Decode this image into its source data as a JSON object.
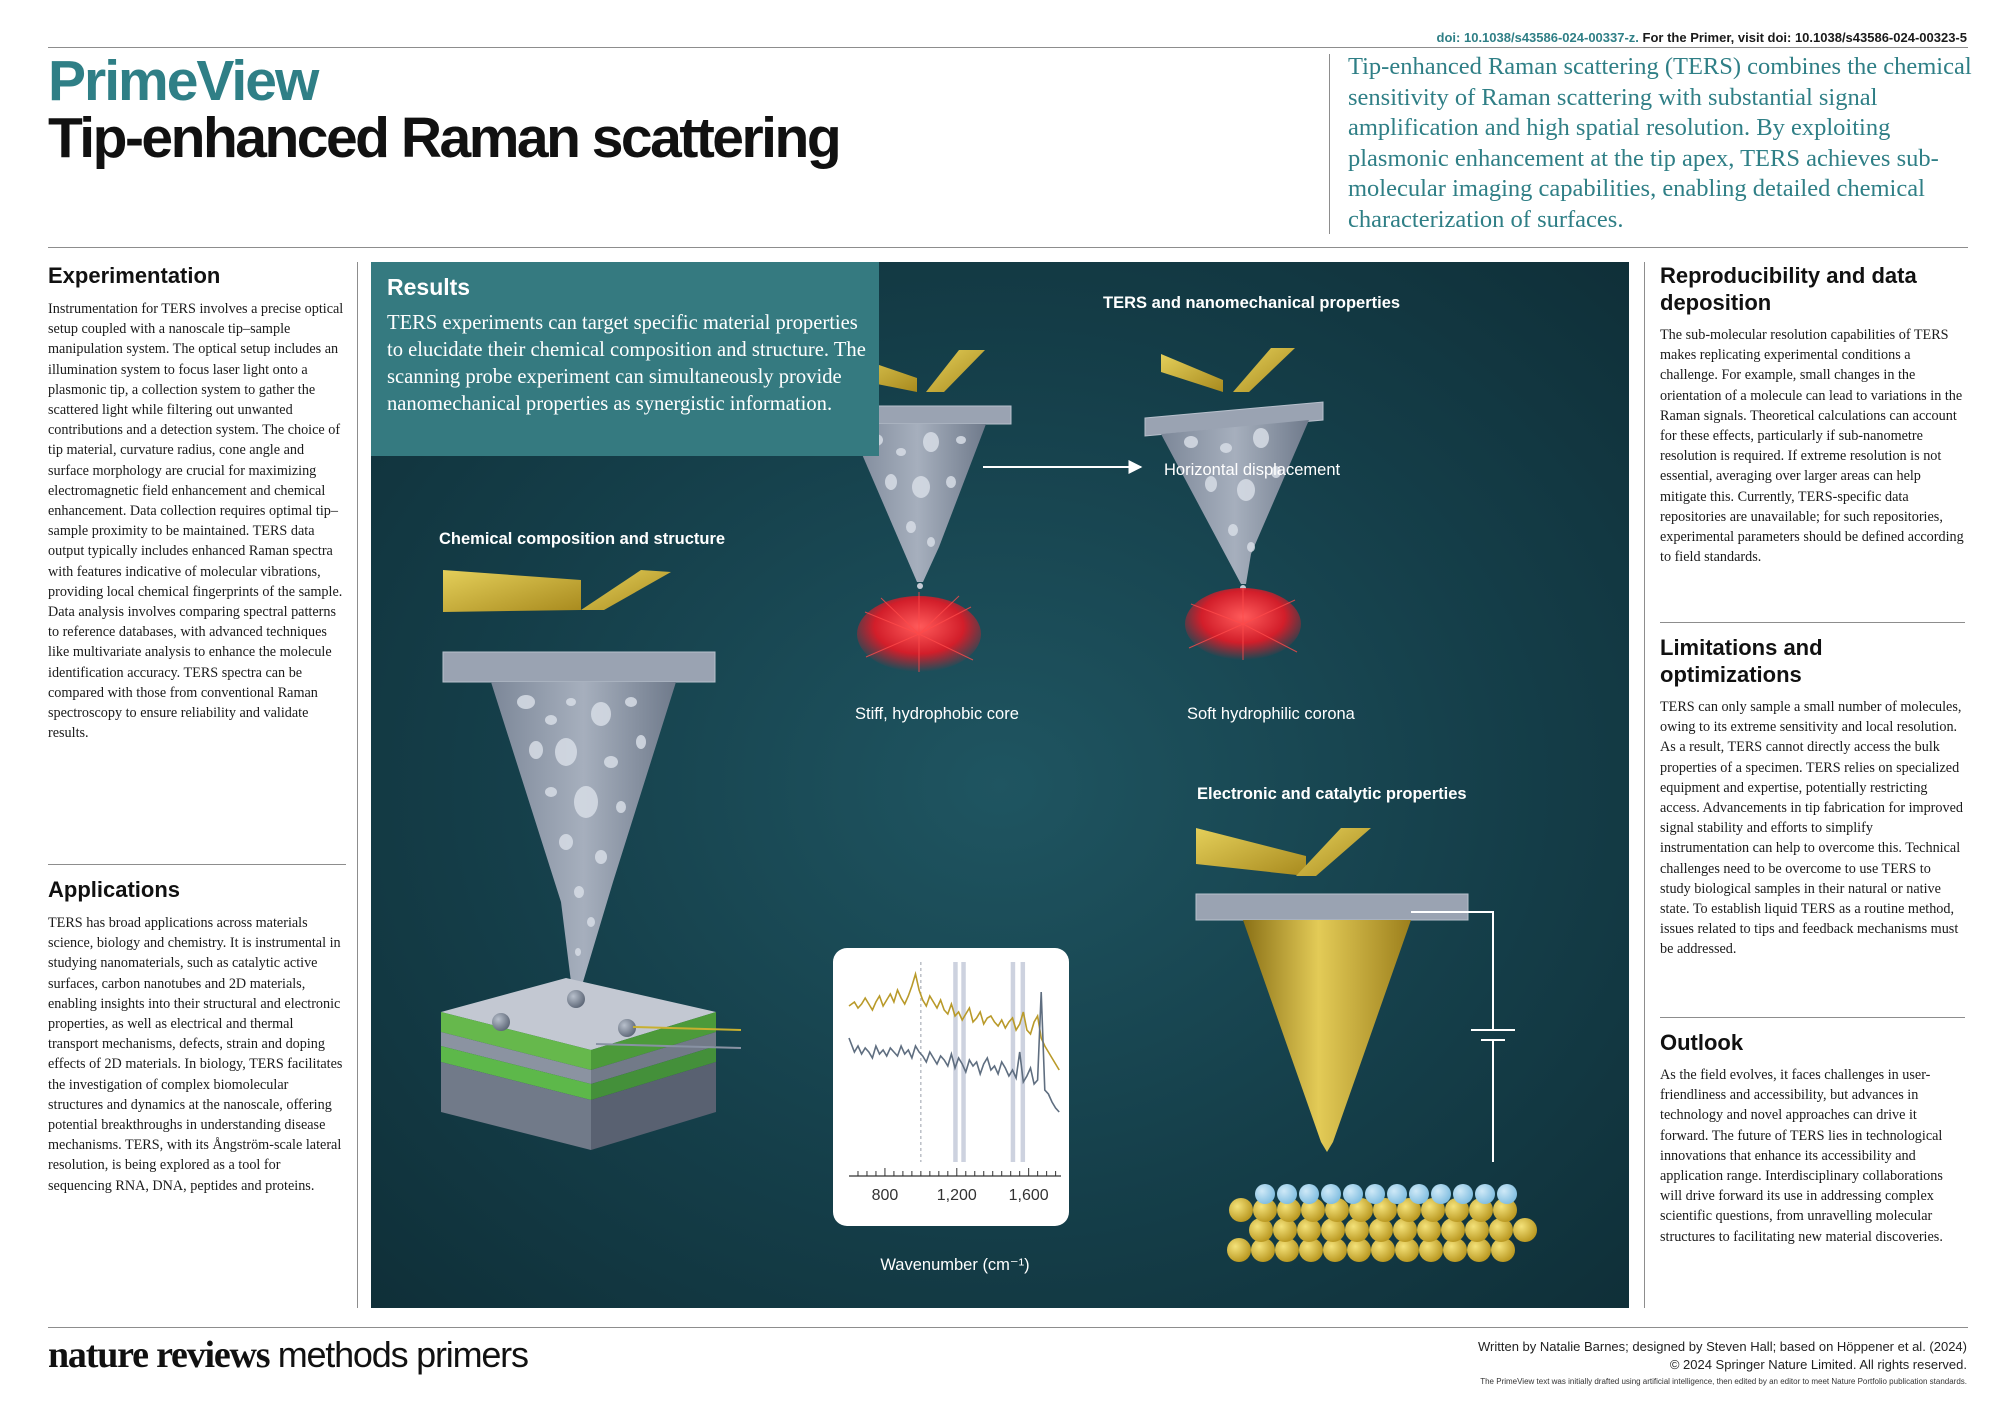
{
  "doi": {
    "primary": "doi: 10.1038/s43586-024-00337-z.",
    "secondary": "For the Primer, visit doi: 10.1038/s43586-024-00323-5"
  },
  "brand": "PrimeView",
  "title": "Tip-enhanced Raman scattering",
  "intro": "Tip-enhanced Raman scattering (TERS) combines the chemical sensitivity of Raman scattering with substantial signal amplification and high spatial resolution. By exploiting plasmonic enhancement at the tip apex, TERS achieves sub-molecular imaging capabilities, enabling detailed chemical characterization of surfaces.",
  "left": {
    "experimentation": {
      "heading": "Experimentation",
      "body": "Instrumentation for TERS involves a precise optical setup coupled with a nanoscale tip–sample manipulation system. The optical setup includes an illumination system to focus laser light onto a plasmonic tip, a collection system to gather the scattered light while filtering out unwanted contributions and a detection system. The choice of tip material, curvature radius, cone angle and surface morphology are crucial for maximizing electromagnetic field enhancement and chemical enhancement. Data collection requires optimal tip–sample proximity to be maintained. TERS data output typically includes enhanced Raman spectra with features indicative of molecular vibrations, providing local chemical fingerprints of the sample. Data analysis involves comparing spectral patterns to reference databases, with advanced techniques like multivariate analysis to enhance the molecule identification accuracy. TERS spectra can be compared with those from conventional Raman spectroscopy to ensure reliability and validate results."
    },
    "applications": {
      "heading": "Applications",
      "body": "TERS has broad applications across materials science, biology and chemistry. It is instrumental in studying nanomaterials, such as catalytic active surfaces, carbon nanotubes and 2D materials, enabling insights into their structural and electronic properties, as well as electrical and thermal transport mechanisms, defects, strain and doping effects of 2D materials. In biology, TERS facilitates the investigation of complex biomolecular structures and dynamics at the nanoscale, offering potential breakthroughs in understanding disease mechanisms. TERS, with its Ångström-scale lateral resolution, is being explored as a tool for sequencing RNA, DNA, peptides and proteins."
    }
  },
  "right": {
    "reproducibility": {
      "heading": "Reproducibility and data deposition",
      "body": "The sub-molecular resolution capabilities of TERS makes replicating experimental conditions a challenge. For example, small changes in the orientation of a molecule can lead to variations in the Raman signals. Theoretical calculations can account for these effects, particularly if sub-nanometre resolution is required. If extreme resolution is not essential, averaging over larger areas can help mitigate this. Currently, TERS-specific data repositories are unavailable; for such repositories, experimental parameters should be defined according to field standards."
    },
    "limitations": {
      "heading": "Limitations and optimizations",
      "body": "TERS can only sample a small number of molecules, owing to its extreme sensitivity and local resolution. As a result, TERS cannot directly access the bulk properties of a specimen. TERS relies on specialized equipment and expertise, potentially restricting access. Advancements in tip fabrication for improved signal stability and efforts to simplify instrumentation can help to overcome this. Technical challenges need to be overcome to use TERS to study biological samples in their natural or native state. To establish liquid TERS as a routine method, issues related to tips and feedback mechanisms must be addressed."
    },
    "outlook": {
      "heading": "Outlook",
      "body": "As the field evolves, it faces challenges in user-friendliness and accessibility, but advances in technology and novel approaches can drive it forward. The future of TERS lies in technological innovations that enhance its accessibility and application range. Interdisciplinary collaborations will drive forward its use in addressing complex scientific questions, from unravelling molecular structures to facilitating new material discoveries."
    }
  },
  "results": {
    "heading": "Results",
    "body": "TERS experiments can target specific material properties to elucidate their chemical composition and structure. The scanning probe experiment can simultaneously provide nanomechanical properties as synergistic information."
  },
  "figure": {
    "chemical_label": "Chemical composition and structure",
    "nano_label": "TERS and nanomechanical properties",
    "displacement_label": "Horizontal displacement",
    "stiff_caption": "Stiff, hydrophobic core",
    "soft_caption": "Soft hydrophilic corona",
    "electronic_label": "Electronic and catalytic properties",
    "colors": {
      "panel_bg": "#1a4a55",
      "results_box": "#357a80",
      "tip_grey": "#8e98a8",
      "laser_gold": "#c8b030",
      "graphene_green": "#5db84a",
      "spectrum_gold": "#b99a2a",
      "spectrum_grey": "#5f6e80"
    }
  },
  "chart_data": {
    "type": "line",
    "xlabel": "Wavenumber (cm⁻¹)",
    "ylabel": "",
    "xlim": [
      600,
      1780
    ],
    "xticks": [
      800,
      1200,
      1600
    ],
    "xtick_labels": [
      "800",
      "1,200",
      "1,600"
    ],
    "highlight_bands": [
      [
        1180,
        1205
      ],
      [
        1225,
        1250
      ],
      [
        1500,
        1525
      ],
      [
        1555,
        1580
      ]
    ],
    "reference_line": 1000,
    "series": [
      {
        "color": "#b99a2a",
        "x": [
          600,
          630,
          650,
          670,
          690,
          710,
          730,
          750,
          770,
          790,
          810,
          830,
          850,
          870,
          890,
          910,
          930,
          950,
          970,
          990,
          1010,
          1030,
          1050,
          1070,
          1090,
          1110,
          1130,
          1150,
          1170,
          1190,
          1210,
          1230,
          1250,
          1270,
          1290,
          1310,
          1330,
          1350,
          1370,
          1390,
          1410,
          1430,
          1450,
          1470,
          1490,
          1510,
          1530,
          1550,
          1570,
          1590,
          1610,
          1630,
          1650,
          1670,
          1690,
          1710,
          1730,
          1750,
          1770
        ],
        "y": [
          0.78,
          0.8,
          0.77,
          0.79,
          0.82,
          0.79,
          0.76,
          0.8,
          0.83,
          0.78,
          0.81,
          0.84,
          0.8,
          0.86,
          0.82,
          0.79,
          0.83,
          0.88,
          0.94,
          0.86,
          0.81,
          0.78,
          0.83,
          0.8,
          0.77,
          0.81,
          0.76,
          0.74,
          0.79,
          0.73,
          0.75,
          0.71,
          0.74,
          0.77,
          0.7,
          0.72,
          0.75,
          0.69,
          0.72,
          0.73,
          0.7,
          0.68,
          0.71,
          0.67,
          0.7,
          0.72,
          0.66,
          0.69,
          0.75,
          0.66,
          0.64,
          0.7,
          0.73,
          0.62,
          0.58,
          0.55,
          0.52,
          0.49,
          0.46
        ]
      },
      {
        "color": "#5f6e80",
        "x": [
          600,
          630,
          650,
          670,
          690,
          710,
          730,
          750,
          770,
          790,
          810,
          830,
          850,
          870,
          890,
          910,
          930,
          950,
          970,
          990,
          1010,
          1030,
          1050,
          1070,
          1090,
          1110,
          1130,
          1150,
          1170,
          1190,
          1210,
          1230,
          1250,
          1270,
          1290,
          1310,
          1330,
          1350,
          1370,
          1390,
          1410,
          1430,
          1450,
          1470,
          1490,
          1510,
          1530,
          1550,
          1570,
          1590,
          1610,
          1630,
          1650,
          1670,
          1690,
          1710,
          1730,
          1750,
          1770
        ],
        "y": [
          0.62,
          0.55,
          0.58,
          0.54,
          0.57,
          0.55,
          0.52,
          0.58,
          0.54,
          0.56,
          0.53,
          0.57,
          0.55,
          0.53,
          0.58,
          0.54,
          0.56,
          0.52,
          0.58,
          0.55,
          0.53,
          0.5,
          0.55,
          0.52,
          0.49,
          0.53,
          0.51,
          0.48,
          0.54,
          0.47,
          0.52,
          0.49,
          0.45,
          0.51,
          0.48,
          0.5,
          0.44,
          0.49,
          0.52,
          0.46,
          0.48,
          0.44,
          0.5,
          0.47,
          0.43,
          0.46,
          0.42,
          0.55,
          0.4,
          0.43,
          0.47,
          0.39,
          0.41,
          0.85,
          0.36,
          0.34,
          0.3,
          0.27,
          0.25
        ]
      }
    ]
  },
  "footer": {
    "logo_bold": "nature reviews",
    "logo_light": "methods primers",
    "credit1": "Written by Natalie Barnes; designed by Steven Hall; based on Höppener et al. (2024)",
    "credit2": "© 2024 Springer Nature Limited. All rights reserved.",
    "disclaimer": "The PrimeView text was initially drafted using artificial intelligence, then edited by an editor to meet Nature Portfolio publication standards."
  }
}
